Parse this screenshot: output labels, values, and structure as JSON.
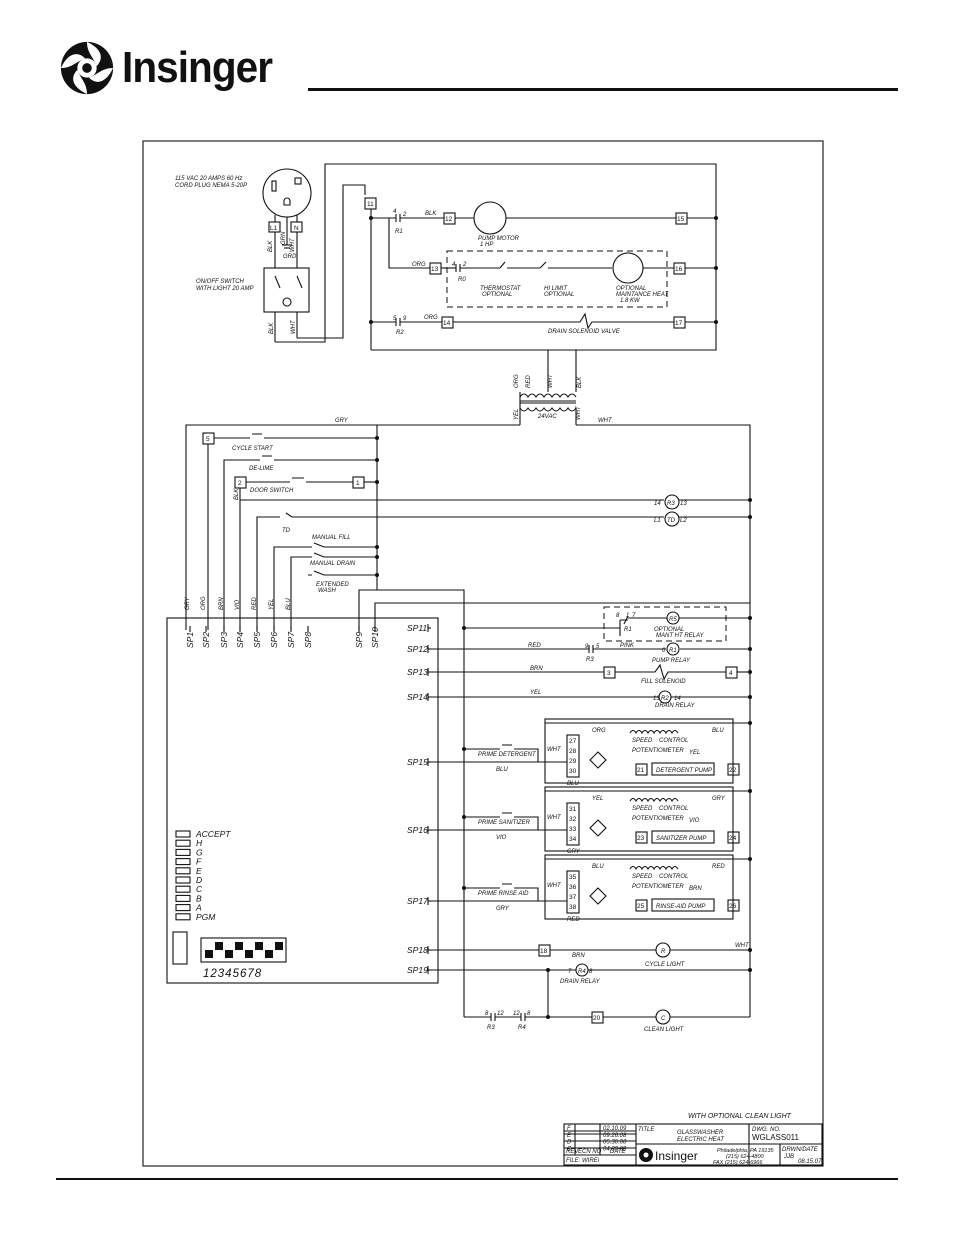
{
  "brand": {
    "name": "Insinger"
  },
  "power": {
    "cord_plug": [
      "115 VAC 20 AMPS 60 Hz",
      "CORD PLUG NEMA 5-20P"
    ],
    "plug_terminals": [
      "L1",
      "N"
    ],
    "wire_labels": [
      "BLK",
      "GRN",
      "WHT",
      "GRD"
    ],
    "switch": [
      "ON/OFF SWITCH",
      "WITH LIGHT 20 AMP"
    ],
    "switch_wires": [
      "BLK",
      "WHT"
    ]
  },
  "top": {
    "t11": "11",
    "r1": "R1",
    "r1_a": "4",
    "r1_b": "2",
    "blk": "BLK",
    "t12": "12",
    "pump_motor": [
      "PUMP MOTOR",
      "1 HP"
    ],
    "t15": "15",
    "orange": "ORG",
    "t13": "13",
    "r0": "R0",
    "r0_a": "4",
    "r0_b": "2",
    "thermostat": [
      "THERMOSTAT",
      "OPTIONAL"
    ],
    "hi_limit": [
      "HI LIMIT",
      "OPTIONAL"
    ],
    "maint_heat": [
      "OPTIONAL",
      "MAINTANCE HEAT",
      "1.8 KW"
    ],
    "t16": "16",
    "r2": "R2",
    "r2_a": "5",
    "r2_b": "9",
    "t14": "14",
    "drain_valve": "DRAIN SOLENOID VALVE",
    "t17": "17"
  },
  "transformer": {
    "primary": [
      "ORG",
      "RED",
      "WHT",
      "BLK"
    ],
    "secondary": [
      "YEL",
      "24VAC",
      "WHT"
    ],
    "gry": "GRY",
    "wht": "WHT"
  },
  "switches": {
    "t5": "5",
    "cycle_start": "CYCLE START",
    "de_lime": "DE-LIME",
    "t2": "2",
    "door_switch": "DOOR SWITCH",
    "blk": "BLK",
    "t1": "1",
    "td": "TD",
    "manual_fill": "MANUAL FILL",
    "manual_drain": "MANUAL DRAIN",
    "extended_wash": [
      "EXTENDED",
      "WASH"
    ],
    "r3_coil": [
      "14",
      "R3",
      "13"
    ],
    "td_coil": [
      "L1",
      "TD",
      "L2"
    ]
  },
  "controller": {
    "sp_top": [
      "SP1",
      "SP2",
      "SP3",
      "SP4",
      "SP5",
      "SP6",
      "SP7",
      "SP8",
      "SP9",
      "SP10"
    ],
    "sp_top_wires": [
      "GRY",
      "ORG",
      "BRN",
      "VIO",
      "RED",
      "YEL",
      "BLU"
    ],
    "sp_right": [
      "SP11",
      "SP12",
      "SP13",
      "SP14",
      "SP15",
      "SP16",
      "SP17",
      "SP18",
      "SP19"
    ],
    "leds": [
      "ACCEPT",
      "H",
      "G",
      "F",
      "E",
      "D",
      "C",
      "B",
      "A",
      "PGM"
    ],
    "dip_numbers": "12345678"
  },
  "outputs": {
    "maint_relay": [
      "8",
      "1",
      "7",
      "R1",
      "R5",
      "OPTIONAL",
      "MANT HT RELAY",
      "PINK"
    ],
    "sp12": [
      "RED",
      "9",
      "5",
      "R3",
      "PUMP RELAY",
      "0",
      "R1"
    ],
    "sp13": [
      "BRN",
      "3",
      "FILL SOLENOID",
      "4"
    ],
    "sp14": [
      "YEL",
      "13",
      "R2",
      "14",
      "DRAIN RELAY"
    ]
  },
  "pumps": [
    {
      "prime": "PRIME DETERGENT",
      "color": "BLU",
      "in": "ORG",
      "out": "BLU",
      "in_wht": "WHT",
      "terms": [
        "27",
        "28",
        "29",
        "30"
      ],
      "wire": "BLU",
      "pot_wire": "YEL",
      "pump": "DETERGENT PUMP",
      "pump_terms": [
        "21",
        "22"
      ]
    },
    {
      "prime": "PRIME SANITIZER",
      "color": "VIO",
      "in": "YEL",
      "out": "GRY",
      "in_wht": "WHT",
      "terms": [
        "31",
        "32",
        "33",
        "34"
      ],
      "wire": "GRY",
      "pot_wire": "VIO",
      "pump": "SANITIZER PUMP",
      "pump_terms": [
        "23",
        "24"
      ]
    },
    {
      "prime": "PRIME RINSE AID",
      "color": "GRY",
      "in": "BLU",
      "out": "RED",
      "in_wht": "WHT",
      "terms": [
        "35",
        "36",
        "37",
        "38"
      ],
      "wire": "RED",
      "pot_wire": "BRN",
      "pump": "RINSE-AID PUMP",
      "pump_terms": [
        "25",
        "26"
      ]
    }
  ],
  "speed_control": [
    "SPEED",
    "CONTROL"
  ],
  "potentiometer": "POTENTIOMETER",
  "lower": {
    "t18": "18",
    "brn": "BRN",
    "cycle_light": "CYCLE LIGHT",
    "wht": "WHT",
    "r_letter": "R",
    "drain_relay": [
      "7",
      "R4",
      "8",
      "DRAIN RELAY"
    ],
    "r3_contact": [
      "8",
      "12",
      "R3"
    ],
    "r4_contact": [
      "12",
      "8",
      "R4"
    ],
    "t20": "20",
    "clean_light": "CLEAN LIGHT",
    "c_letter": "C"
  },
  "title_block": {
    "note": "WITH OPTIONAL CLEAN LIGHT",
    "revisions": [
      [
        "F",
        "02.10.09"
      ],
      [
        "E",
        "09.26.08"
      ],
      [
        "D",
        "05.30.08"
      ],
      [
        "C",
        "04.30.08"
      ]
    ],
    "rev_headers": [
      "REV",
      "ECN NO",
      "DATE"
    ],
    "file": "FILE: WIRE\\",
    "title_label": "TITLE",
    "title": [
      "GLASSWASHER",
      "ELECTRIC HEAT"
    ],
    "dwg_label": "DWG. NO.",
    "dwg_no": "WGLASS011",
    "address": [
      "Philadelphia, PA 19135",
      "(215) 624-4800",
      "FAX (215) 624-6966"
    ],
    "drwn_label": "DRWN/DATE",
    "drwn": "JJB",
    "date": "08.15.07"
  }
}
